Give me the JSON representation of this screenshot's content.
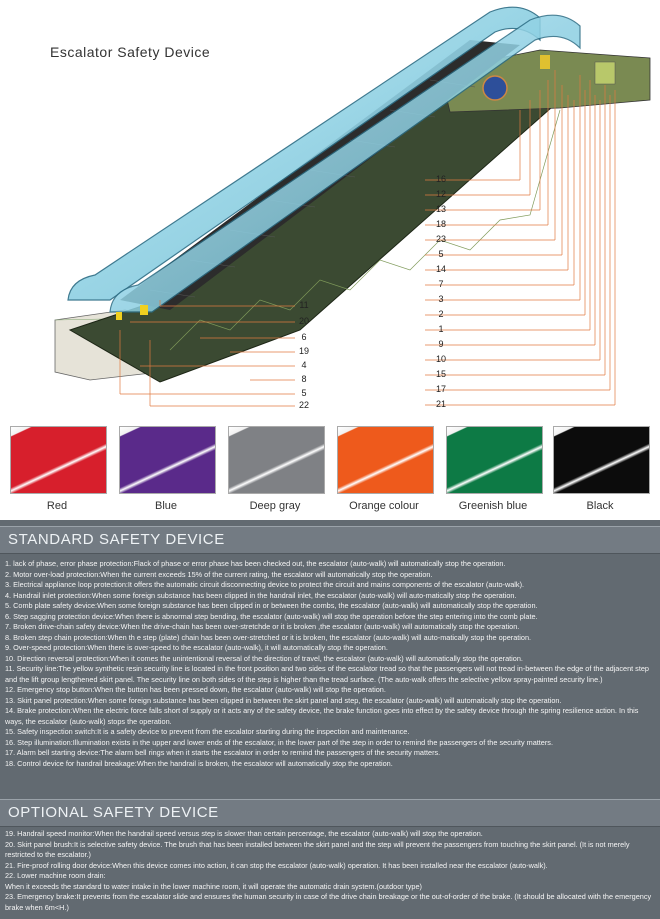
{
  "title": "Escalator Safety Device",
  "callouts_right": [
    "16",
    "12",
    "13",
    "18",
    "23",
    "5",
    "14",
    "7",
    "3",
    "2",
    "1",
    "9",
    "10",
    "15",
    "17",
    "21"
  ],
  "callouts_left": [
    "11",
    "20",
    "6",
    "19",
    "4",
    "8",
    "5",
    "22"
  ],
  "colors": [
    {
      "name": "Red",
      "hex": "#d71f2c"
    },
    {
      "name": "Blue",
      "hex": "#5a2a8a"
    },
    {
      "name": "Deep gray",
      "hex": "#7f8185"
    },
    {
      "name": "Orange colour",
      "hex": "#ee5a1c"
    },
    {
      "name": "Greenish blue",
      "hex": "#0d7a45"
    },
    {
      "name": "Black",
      "hex": "#0c0c0c"
    }
  ],
  "standard": {
    "heading": "STANDARD SAFETY DEVICE",
    "items": [
      "1. lack of phase, error phase protection:Flack of phase or error phase has been checked out, the escalator (auto-walk) will automatically stop the operation.",
      "2. Motor over-load protection:When the current exceeds 15% of the current rating, the escalator will automatically stop the operation.",
      "3. Electrical appliance loop protection:It offers the automatic circuit disconnecting device to protect the circuit and mains components of the escalator (auto-walk).",
      "4.  Handrail inlet protection:When some foreign substance has been clipped in the handrail inlet, the escalator (auto-walk) will auto-matically stop the operation.",
      "5. Comb plate safety device:When some foreign substance has been clipped in or between the combs, the escalator (auto-walk) will automatically stop the operation.",
      "6. Step sagging protection device:When there is abnormal step bending, the escalator (auto-walk) will stop the operation before the step entering into the comb plate.",
      "7. Broken drive-chain safety device:When the drive-chain has been over-stretchde or it is broken ,the escalator (auto-walk) will automatically stop the operation.",
      "8. Broken step chain protection:When th e step (plate) chain has been over-stretched or it is broken, the escalator (auto-walk) will auto-matically stop the operation.",
      "9. Over-speed protection:When there is over-speed to the escalator (auto-walk), it will automatically stop the operation.",
      "10. Direction reversal protection:When it comes the unintentional reversal of the direction of travel, the escalator (auto-walk) will automatically  stop the operation.",
      "11. Security line:The yellow synthetic resin security line is located in the front position and two sides of the escalator tread so that the passengers will not tread in-between the edge of the adjacent step and the lift group lengthened skirt panel. The security line on both sides of the step is higher than the tread surface. (The auto-walk offers the selective  yellow spray-painted security line.)",
      "12. Emergency stop button:When the button has been pressed down, the escalator (auto-walk) will stop the operation.",
      "13. Skirt panel protection:When some foreign substance has been clipped in between the skirt panel and step, the escalator (auto-walk) will automatically stop the operation.",
      "14. Brake protection:When the electric force falls short of supply or it acts any of the safety device, the brake function goes into effect by the safety device through the spring resilience action. In this ways, the escalator (auto-walk) stops the operation.",
      "15. Safety inspection switch:It is a safety device to prevent from the escalator starting during the inspection and maintenance.",
      "16. Step illumination:Illumination exists in the upper and lower ends of the escalator, in the lower part of the step in order to remind the passengers of the security matters.",
      "17. Alarm bell starting device:The alarm bell rings when it starts the escalator in order to remind the passengers of the security matters.",
      "18. Control device for handrail breakage:When the handrail is broken, the escalator will automatically stop the operation."
    ]
  },
  "optional": {
    "heading": "OPTIONAL SAFETY DEVICE",
    "items": [
      "19. Handrail speed monitor:When the handrail speed versus step is slower than certain percentage, the escalator (auto-walk) will stop the operation.",
      "20. Skirt panel brush:It is selective safety device. The brush that has been installed between the skirt panel and the step will prevent the passengers from touching the skirt panel. (It is not merely restricted to the escalator.)",
      "21. Fire-proof rolling door device:When this device comes into action, it can stop the escalator (auto-walk) operation. It has been installed near the escalator (auto-walk).",
      "22. Lower machine room drain:",
      "When it exceeds the standard to water intake in the lower machine room, it will operate the automatic drain system.(outdoor type)",
      "23. Emergency brake:It prevents from the escalator slide and ensures the human security in case of the drive chain breakage or the out-of-order of the brake. (It should be allocated with the emergency brake when 6m<H.)"
    ]
  }
}
